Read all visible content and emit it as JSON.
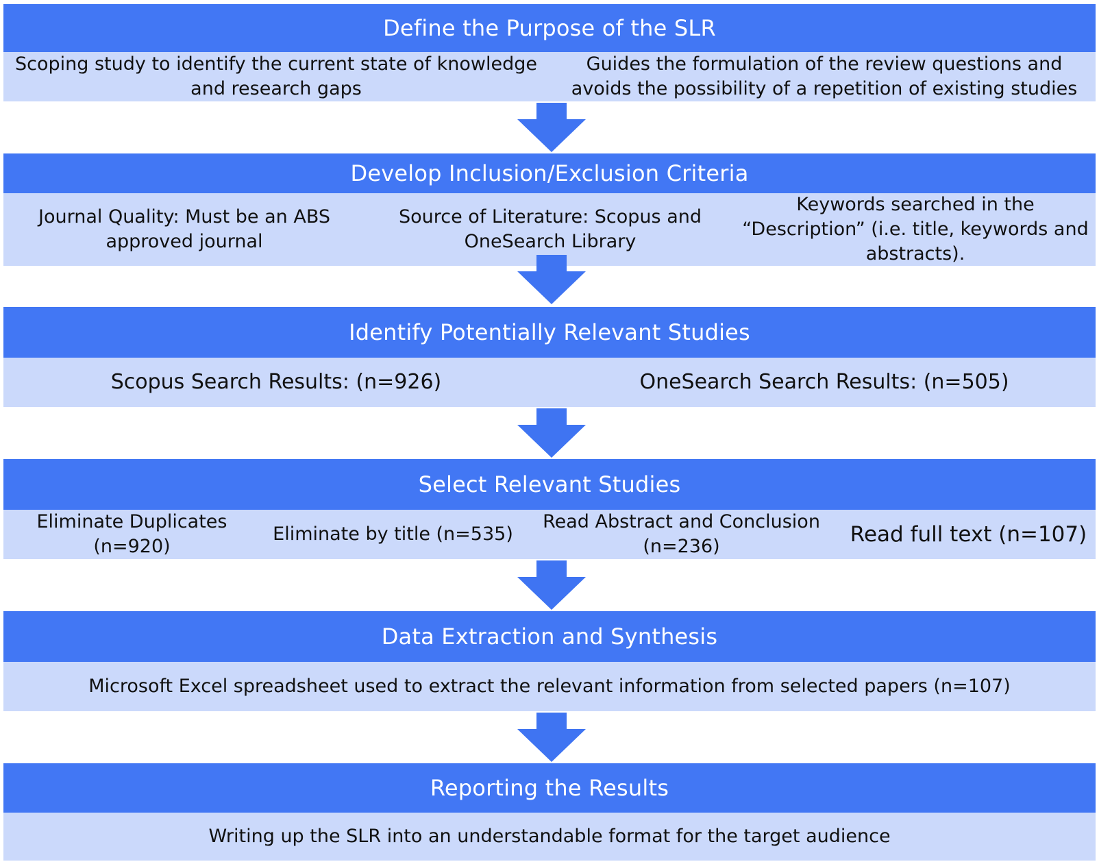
{
  "stages": [
    {
      "title": "Define the Purpose of the SLR",
      "items": [
        "Scoping study to identify the current state of knowledge and research gaps",
        "Guides the formulation of the review questions and avoids the possibility of a repetition of existing studies"
      ]
    },
    {
      "title": "Develop Inclusion/Exclusion Criteria",
      "items": [
        "Journal Quality: Must be an ABS approved journal",
        "Source of Literature: Scopus and OneSearch Library",
        "Keywords searched in the “Description” (i.e. title, keywords and abstracts)."
      ]
    },
    {
      "title": "Identify Potentially Relevant Studies",
      "items": [
        "Scopus Search Results: (n=926)",
        "OneSearch Search Results: (n=505)"
      ]
    },
    {
      "title": "Select Relevant Studies",
      "items": [
        "Eliminate Duplicates (n=920)",
        "Eliminate by title (n=535)",
        "Read Abstract and Conclusion (n=236)",
        "Read full text (n=107)"
      ]
    },
    {
      "title": "Data Extraction and Synthesis",
      "items": [
        "Microsoft Excel spreadsheet used to extract the relevant information from selected papers (n=107)"
      ]
    },
    {
      "title": "Reporting the Results",
      "items": [
        "Writing up the SLR into an understandable format for the target audience"
      ]
    }
  ],
  "colors": {
    "header": "#4277f4",
    "cell": "#cbd9fb",
    "arrow": "#3f74f2",
    "header_text": "#ffffff",
    "cell_text": "#111111"
  }
}
